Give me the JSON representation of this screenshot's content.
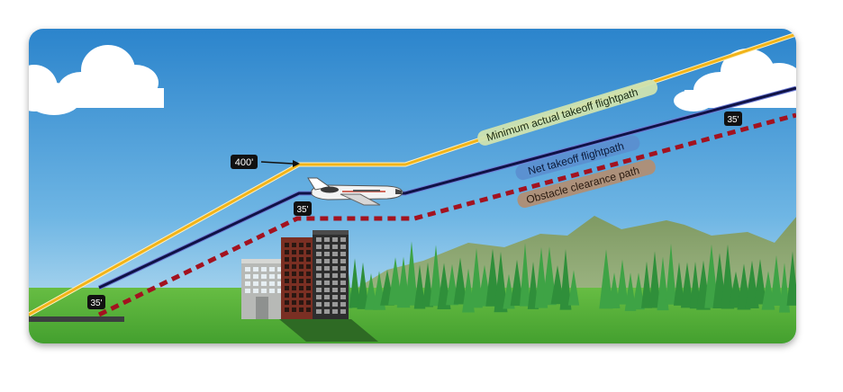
{
  "labels": {
    "minimum_actual": "Minimum actual takeoff flightpath",
    "net_takeoff": "Net takeoff flightpath",
    "obstacle_clearance": "Obstacle clearance path"
  },
  "markers": {
    "altitude_400": "400'",
    "clearance_building": "35'",
    "clearance_runway": "35'",
    "clearance_right": "35'"
  },
  "colors": {
    "sky_top": "#2e86cf",
    "sky_bottom": "#b9dcf0",
    "ground": "#4fae37",
    "actual_path": "#f2b419",
    "net_path": "#0f1245",
    "obstacle_path": "#a3121f",
    "label_yellow": "#cfe3b0",
    "label_blue": "#5b8fd0",
    "label_brown": "#b08e74"
  }
}
